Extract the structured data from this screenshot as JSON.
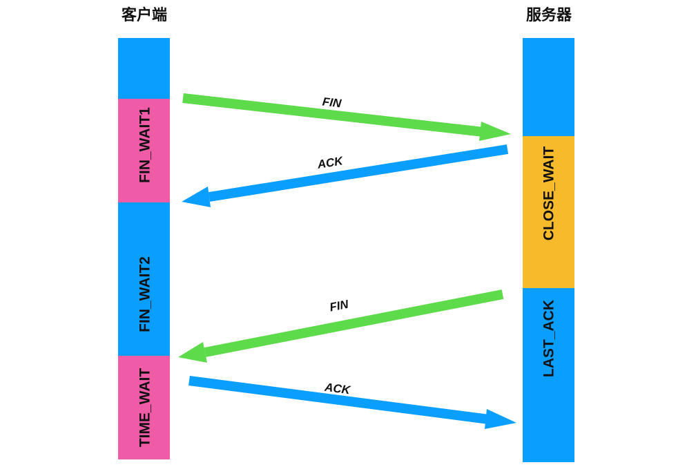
{
  "titles": {
    "client": "客户端",
    "server": "服务器"
  },
  "colors": {
    "blue": "#0A9EFF",
    "pink": "#F05BA7",
    "orange": "#F7BA2A",
    "green": "#5EDB4A",
    "text": "#111111"
  },
  "client_states": {
    "fin_wait1": "FIN_WAIT1",
    "fin_wait2": "FIN_WAIT2",
    "time_wait": "TIME_WAIT"
  },
  "server_states": {
    "close_wait": "CLOSE_WAIT",
    "last_ack": "LAST_ACK"
  },
  "messages": {
    "fin1": "FIN",
    "ack1": "ACK",
    "fin2": "FIN",
    "ack2": "ACK"
  }
}
